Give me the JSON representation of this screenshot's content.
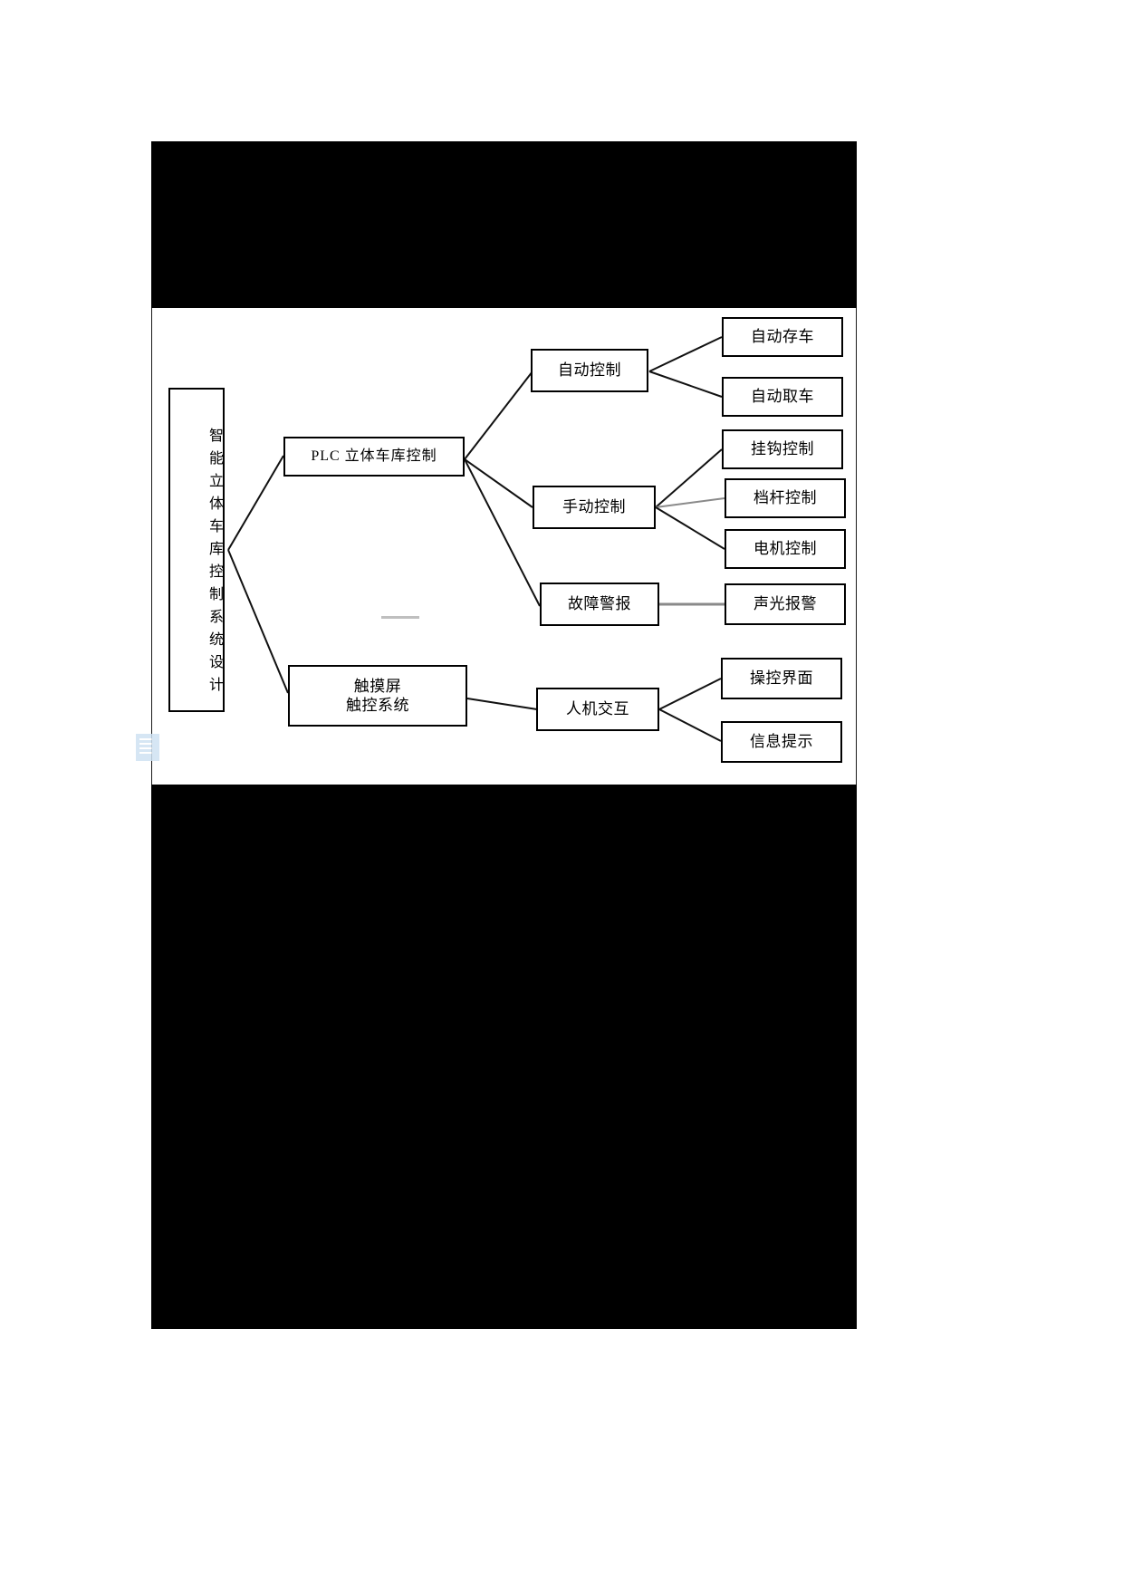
{
  "figure": {
    "root": {
      "id": "root",
      "label": "智能立体车库控制系统设计",
      "orientation": "vertical"
    },
    "level1": [
      {
        "id": "plc",
        "label": "PLC 立体车库控制"
      },
      {
        "id": "touch",
        "label": "触摸屏\n触控系统"
      }
    ],
    "level2": [
      {
        "id": "auto-control",
        "label": "自动控制"
      },
      {
        "id": "manual-control",
        "label": "手动控制"
      },
      {
        "id": "fault-alarm",
        "label": "故障警报"
      },
      {
        "id": "hmi",
        "label": "人机交互"
      }
    ],
    "level3": [
      {
        "id": "auto-store",
        "label": "自动存车"
      },
      {
        "id": "auto-retrieve",
        "label": "自动取车"
      },
      {
        "id": "hook-control",
        "label": "挂钩控制"
      },
      {
        "id": "barrier-control",
        "label": "档杆控制"
      },
      {
        "id": "motor-control",
        "label": "电机控制"
      },
      {
        "id": "audible-alarm",
        "label": "声光报警"
      },
      {
        "id": "operation-ui",
        "label": "操控界面"
      },
      {
        "id": "info-prompt",
        "label": "信息提示"
      }
    ],
    "colors": {
      "stroke": "#000000",
      "background": "#ffffff",
      "mask": "#000000",
      "watermark": "#cfe2f3"
    }
  }
}
